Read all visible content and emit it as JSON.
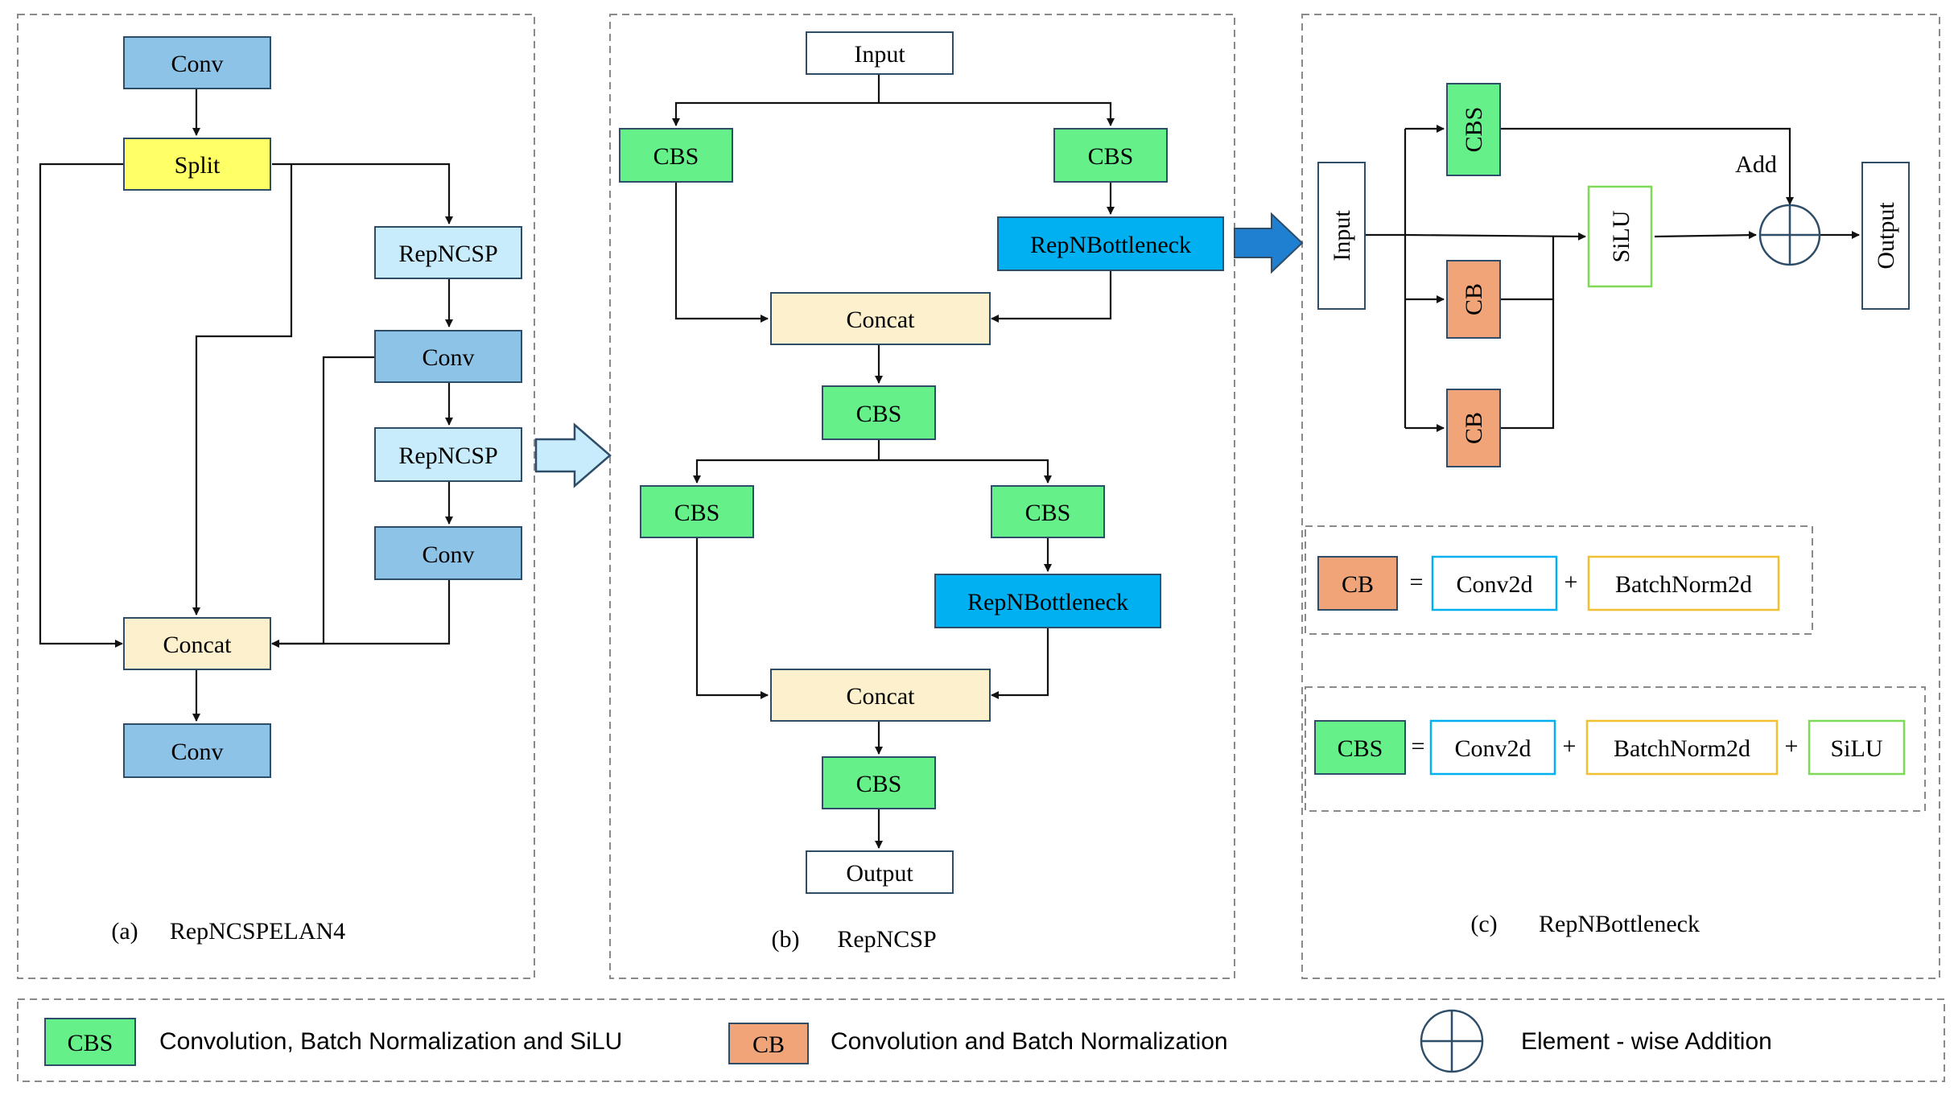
{
  "colors": {
    "conv_blue": "#8ec3e8",
    "split_yellow": "#ffff66",
    "repncsp_lightblue": "#c8ecfb",
    "concat_cream": "#fdf0cc",
    "cbs_green": "#66f08a",
    "bottleneck_cyan": "#00b0f0",
    "cb_orange": "#f0a478",
    "conv2d_border": "#00b0f0",
    "batchnorm_border": "#f0c030",
    "silu_border": "#7ed957",
    "box_border": "#2e4d69",
    "arrow_fill_light": "#c8ecfb",
    "arrow_fill_dark": "#1f7fd1"
  },
  "panel_a": {
    "conv_top": "Conv",
    "split": "Split",
    "repncsp_1": "RepNCSP",
    "conv_1": "Conv",
    "repncsp_2": "RepNCSP",
    "conv_2": "Conv",
    "concat": "Concat",
    "conv_bottom": "Conv",
    "caption_letter": "(a)",
    "caption_name": "RepNCSPELAN4"
  },
  "panel_b": {
    "input": "Input",
    "cbs_left_1": "CBS",
    "cbs_right_1": "CBS",
    "bottleneck_1": "RepNBottleneck",
    "concat_1": "Concat",
    "cbs_mid": "CBS",
    "cbs_left_2": "CBS",
    "cbs_right_2": "CBS",
    "bottleneck_2": "RepNBottleneck",
    "concat_2": "Concat",
    "cbs_out": "CBS",
    "output": "Output",
    "caption_letter": "(b)",
    "caption_name": "RepNCSP"
  },
  "panel_c": {
    "input": "Input",
    "cbs": "CBS",
    "cb_1": "CB",
    "cb_2": "CB",
    "silu": "SiLU",
    "add_label": "Add",
    "output": "Output",
    "caption_letter": "(c)",
    "caption_name": "RepNBottleneck",
    "def_cb": {
      "term": "CB",
      "equals": "=",
      "parts": [
        "Conv2d",
        "+",
        "BatchNorm2d"
      ]
    },
    "def_cbs": {
      "term": "CBS",
      "equals": "=",
      "parts": [
        "Conv2d",
        "+",
        "BatchNorm2d",
        "+",
        "SiLU"
      ]
    }
  },
  "legend": {
    "cbs_swatch": "CBS",
    "cbs_text": "Convolution, Batch Normalization and SiLU",
    "cb_swatch": "CB",
    "cb_text": "Convolution and Batch Normalization",
    "add_text": "Element - wise Addition"
  }
}
